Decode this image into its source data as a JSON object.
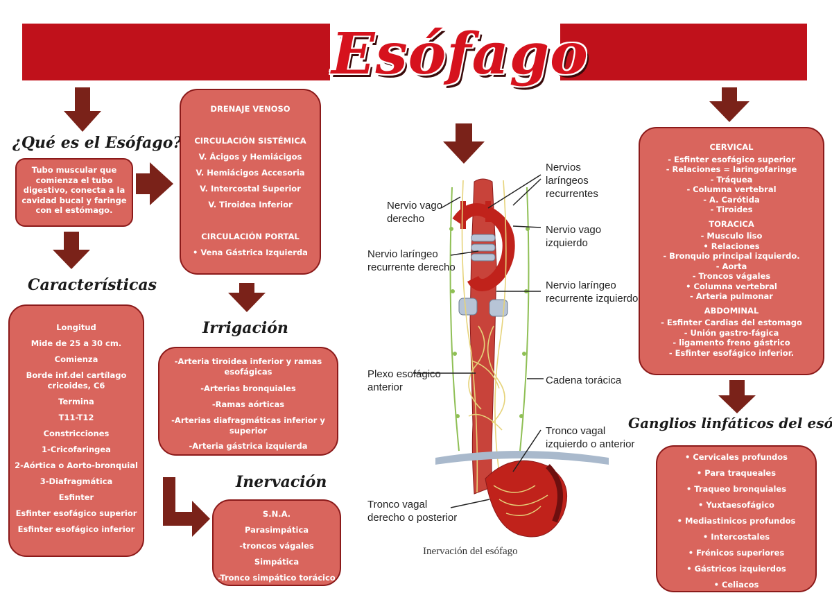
{
  "title": "Esófago",
  "colors": {
    "banner": "#c0111b",
    "box_fill": "#d9655d",
    "box_border": "#8b1a1a",
    "arrow": "#7a2219"
  },
  "que_es": {
    "heading": "¿Qué es el Esófago?",
    "lines": [
      "Tubo muscular que",
      "comienza el tubo",
      "digestivo, conecta a la",
      "cavidad bucal y faringe",
      "con el estómago."
    ]
  },
  "caracteristicas": {
    "heading": "Características",
    "lines": [
      "Longitud",
      "Mide de 25 a 30 cm.",
      "Comienza",
      "Borde inf.del cartílago|cricoides, C6",
      "Termina",
      "T11-T12",
      "Constricciones",
      "1-Cricofaringea",
      "2-Aórtica o Aorto-bronquial",
      "3-Diafragmática",
      "Esfinter",
      "Esfinter esofágico superior",
      "Esfinter esofágico inferior"
    ]
  },
  "drenaje": {
    "lines": [
      "DRENAJE VENOSO",
      "",
      "CIRCULACIÓN SISTÉMICA",
      "V. Ácigos y Hemiácigos",
      "V. Hemiácigos Accesoria",
      "V. Intercostal Superior",
      "V. Tiroidea Inferior",
      "",
      "CIRCULACIÓN PORTAL",
      "• Vena Gástrica Izquierda"
    ]
  },
  "irrigacion": {
    "heading": "Irrigación",
    "lines": [
      "-Arteria tiroidea inferior y ramas|esofágicas",
      "-Arterias bronquiales",
      "-Ramas aórticas",
      "-Arterias diafragmáticas inferior y|superior",
      "-Arteria gástrica izquierda"
    ]
  },
  "inervacion": {
    "heading": "Inervación",
    "lines": [
      "S.N.A.",
      "Parasimpática",
      "-troncos vágales",
      "Simpática",
      "-Tronco simpático torácico"
    ]
  },
  "porciones": {
    "lines": [
      "CERVICAL",
      "-     Esfinter esofágico superior",
      "-     Relaciones = laringofaringe",
      "-     Tráquea",
      "-     Columna vertebral",
      "-     A. Carótida",
      "-     Tiroides",
      "TORACICA",
      "-     Musculo liso",
      "•     Relaciones",
      "-     Bronquio principal izquierdo.",
      "-     Aorta",
      "-     Troncos vágales",
      "•     Columna vertebral",
      "-     Arteria pulmonar",
      "ABDOMINAL",
      "-     Esfinter Cardias del estomago",
      "-     Unión gastro-fágica",
      "-     ligamento freno gástrico",
      "-     Esfinter esofágico inferior."
    ]
  },
  "ganglios": {
    "heading": "Ganglios linfáticos del esófago",
    "lines": [
      "• Cervicales profundos",
      "• Para traqueales",
      "• Traqueo bronquiales",
      "• Yuxtaesofágico",
      "• Mediastinicos profundos",
      "• Intercostales",
      "• Frénicos superiores",
      "• Gástricos izquierdos",
      "• Celiacos"
    ]
  },
  "illustration": {
    "labels": {
      "nervios_laringeos": "Nervios|laríngeos|recurrentes",
      "vago_derecho": "Nervio vago|derecho",
      "laringeo_derecho": "Nervio laríngeo|recurrente derecho",
      "vago_izquierdo": "Nervio vago|izquierdo",
      "laringeo_izquierdo": "Nervio laríngeo|recurrente izquierdo",
      "plexo": "Plexo esofágico|anterior",
      "cadena": "Cadena torácica",
      "tronco_izq": "Tronco vagal|izquierdo o anterior",
      "tronco_der": "Tronco vagal|derecho o posterior"
    },
    "caption": "Inervación del esófago"
  }
}
